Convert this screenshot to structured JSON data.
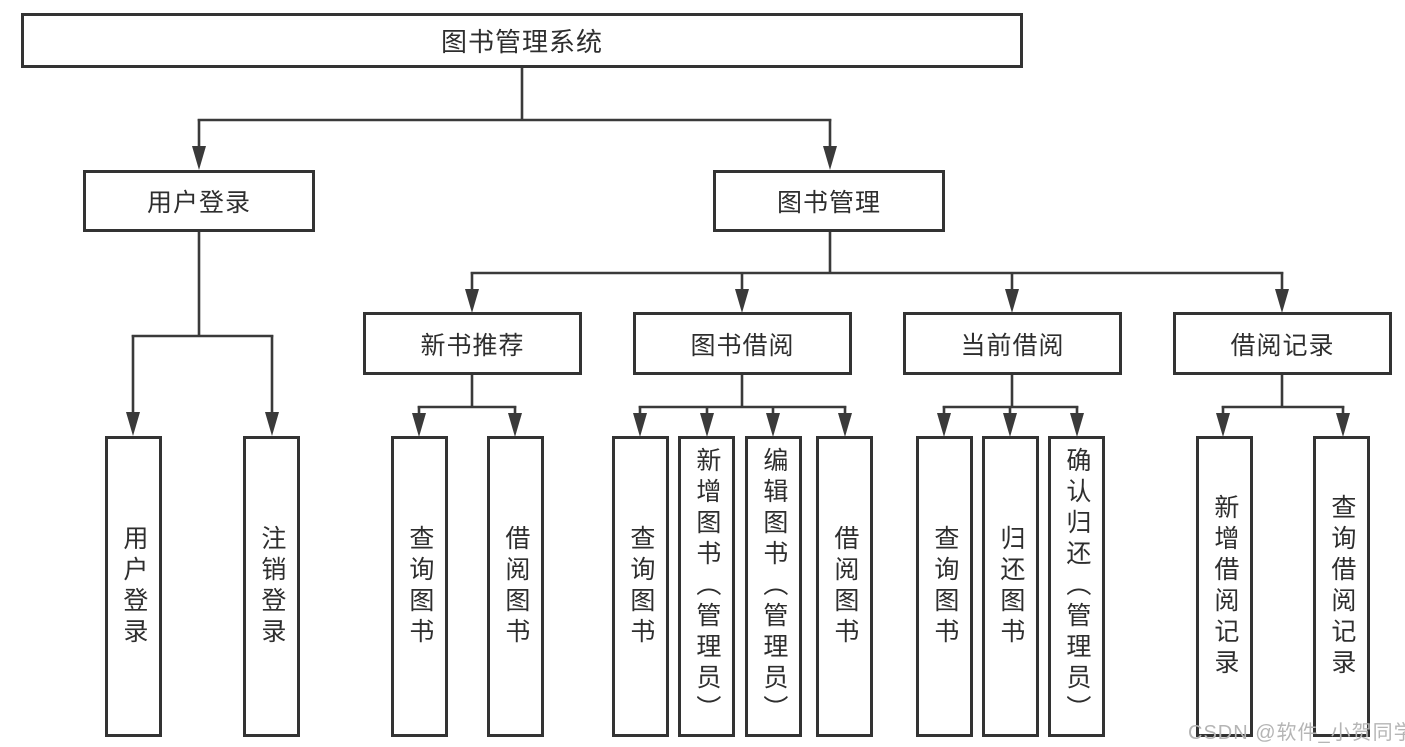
{
  "diagram": {
    "root_label": "图书管理系统",
    "tree": {
      "branches": [
        {
          "label": "用户登录",
          "children": [
            "用户登录",
            "注销登录"
          ]
        },
        {
          "label": "图书管理",
          "children": [
            {
              "label": "新书推荐",
              "children": [
                "查询图书",
                "借阅图书"
              ]
            },
            {
              "label": "图书借阅",
              "children": [
                "查询图书",
                "新增图书（管理员）",
                "编辑图书（管理员）",
                "借阅图书"
              ]
            },
            {
              "label": "当前借阅",
              "children": [
                "查询图书",
                "归还图书",
                "确认归还（管理员）"
              ]
            },
            {
              "label": "借阅记录",
              "children": [
                "新增借阅记录",
                "查询借阅记录"
              ]
            }
          ]
        }
      ]
    }
  },
  "watermark": {
    "text": "CSDN @软件_小贺同学"
  },
  "colors": {
    "line": "#3a3a3a",
    "border": "#333333",
    "text": "#2e2e2e",
    "background": "#ffffff",
    "watermark": "#b5b5b5"
  }
}
